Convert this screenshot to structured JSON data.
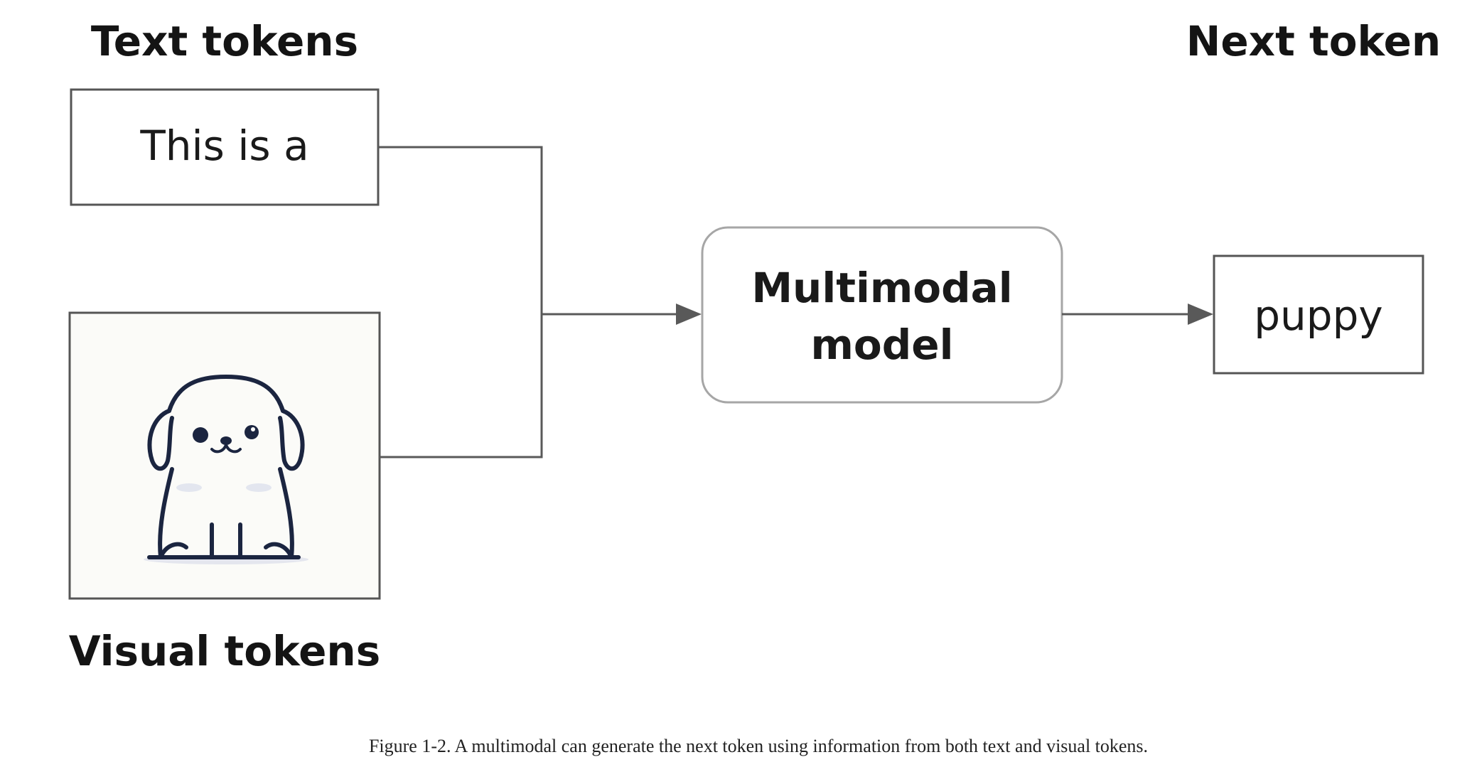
{
  "headings": {
    "text_tokens": "Text tokens",
    "next_token": "Next token",
    "visual_tokens": "Visual tokens"
  },
  "boxes": {
    "text_input": "This is a",
    "model_line1": "Multimodal",
    "model_line2": "model",
    "output": "puppy"
  },
  "image": {
    "icon": "puppy-icon"
  },
  "caption": "Figure 1-2. A multimodal can generate the next token using information from both text and visual tokens.",
  "colors": {
    "line": "#595959",
    "box_border": "#555555",
    "model_border": "#a6a6a6",
    "puppy_outline": "#1b2540",
    "image_bg": "#fbfbf8"
  }
}
